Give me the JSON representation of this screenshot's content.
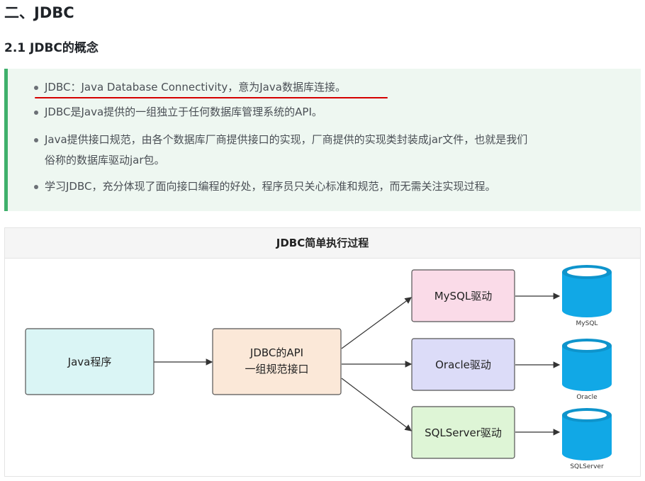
{
  "heading": "二、JDBC",
  "subheading": "2.1 JDBC的概念",
  "bullets": [
    "JDBC：Java Database Connectivity，意为Java数据库连接。",
    "JDBC是Java提供的一组独立于任何数据库管理系统的API。",
    "Java提供接口规范，由各个数据库厂商提供接口的实现，厂商提供的实现类封装成jar文件，也就是我们",
    "俗称的数据库驱动jar包。",
    "学习JDBC，充分体现了面向接口编程的好处，程序员只关心标准和规范，而无需关注实现过程。"
  ],
  "diagram": {
    "title": "JDBC简单执行过程",
    "java_box": "Java程序",
    "api_line1": "JDBC的API",
    "api_line2": "一组规范接口",
    "drivers": [
      {
        "label": "MySQL驱动",
        "db": "MySQL",
        "fill": "#fadbe8"
      },
      {
        "label": "Oracle驱动",
        "db": "Oracle",
        "fill": "#dcdcf8"
      },
      {
        "label": "SQLServer驱动",
        "db": "SQLServer",
        "fill": "#def5d6"
      }
    ],
    "colors": {
      "java": "#daf5f5",
      "api": "#fbe8d8",
      "db": "#11a8e6"
    }
  }
}
